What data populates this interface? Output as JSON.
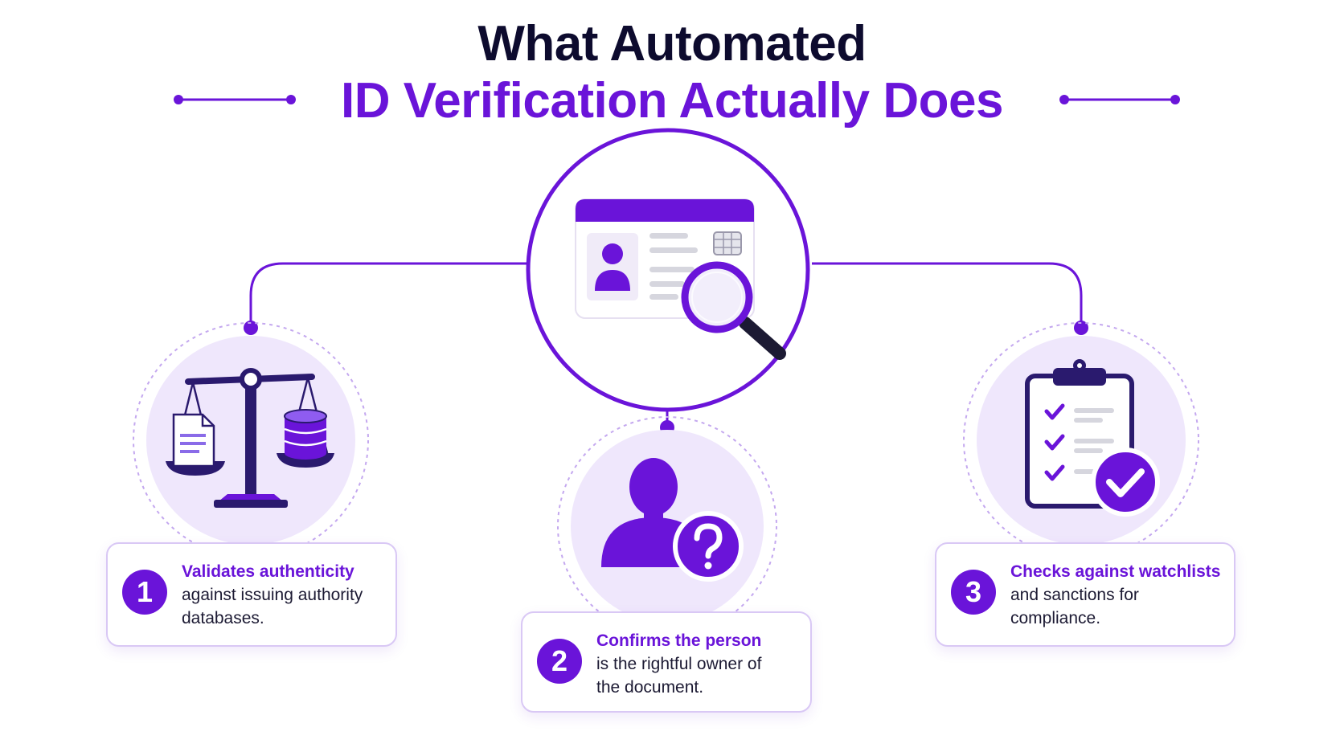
{
  "title": {
    "line1": "What Automated",
    "line2": "ID Verification Actually Does"
  },
  "colors": {
    "accent": "#6a14d9",
    "accent_light": "#efe7fc",
    "dark": "#0d0b2e",
    "card_border": "#d9c8f5"
  },
  "steps": [
    {
      "number": "1",
      "heading": "Validates authenticity",
      "line1": "against issuing authority",
      "line2": "databases.",
      "icon": "scales-icon"
    },
    {
      "number": "2",
      "heading": "Confirms the person",
      "line1": "is the rightful owner of",
      "line2": "the document.",
      "icon": "person-question-icon"
    },
    {
      "number": "3",
      "heading": "Checks against watchlists",
      "line1": "and sanctions for",
      "line2": "compliance.",
      "icon": "clipboard-check-icon"
    }
  ]
}
